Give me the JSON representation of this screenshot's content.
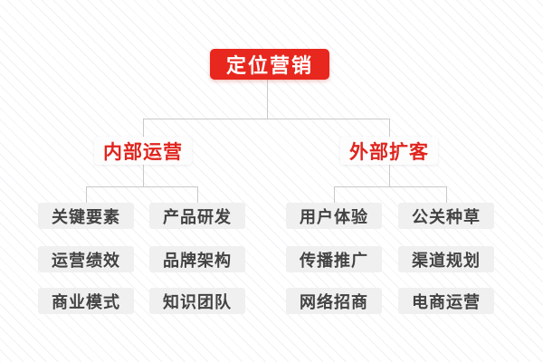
{
  "root": {
    "label": "定位营销"
  },
  "branch_left": {
    "label": "内部运营",
    "items": [
      "关键要素",
      "产品研发",
      "运营绩效",
      "品牌架构",
      "商业模式",
      "知识团队"
    ]
  },
  "branch_right": {
    "label": "外部扩客",
    "items": [
      "用户体验",
      "公关种草",
      "传播推广",
      "渠道规划",
      "网络招商",
      "电商运营"
    ]
  },
  "colors": {
    "root_bg": "#e8271e",
    "root_text": "#ffffff",
    "branch_text": "#e0251e",
    "branch_bg": "#fdfdfd",
    "leaf_bg": "#f0f0f1",
    "leaf_text": "#424242",
    "connector": "#c9c9c9",
    "stripe": "#f0f1f4",
    "background": "#ffffff"
  }
}
